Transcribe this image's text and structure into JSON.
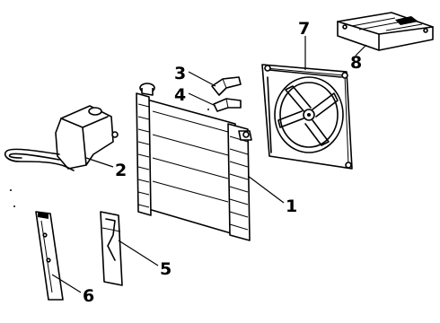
{
  "callouts": {
    "c1": "1",
    "c2": "2",
    "c3": "3",
    "c4": "4",
    "c5": "5",
    "c6": "6",
    "c7": "7",
    "c8": "8"
  },
  "parts": [
    "radiator",
    "coolant-recovery-tank",
    "upper-hose",
    "lower-hose",
    "air-baffle",
    "side-seal",
    "fan-shroud",
    "shroud-bracket"
  ],
  "colors": {
    "line": "#000000",
    "background": "#ffffff"
  }
}
